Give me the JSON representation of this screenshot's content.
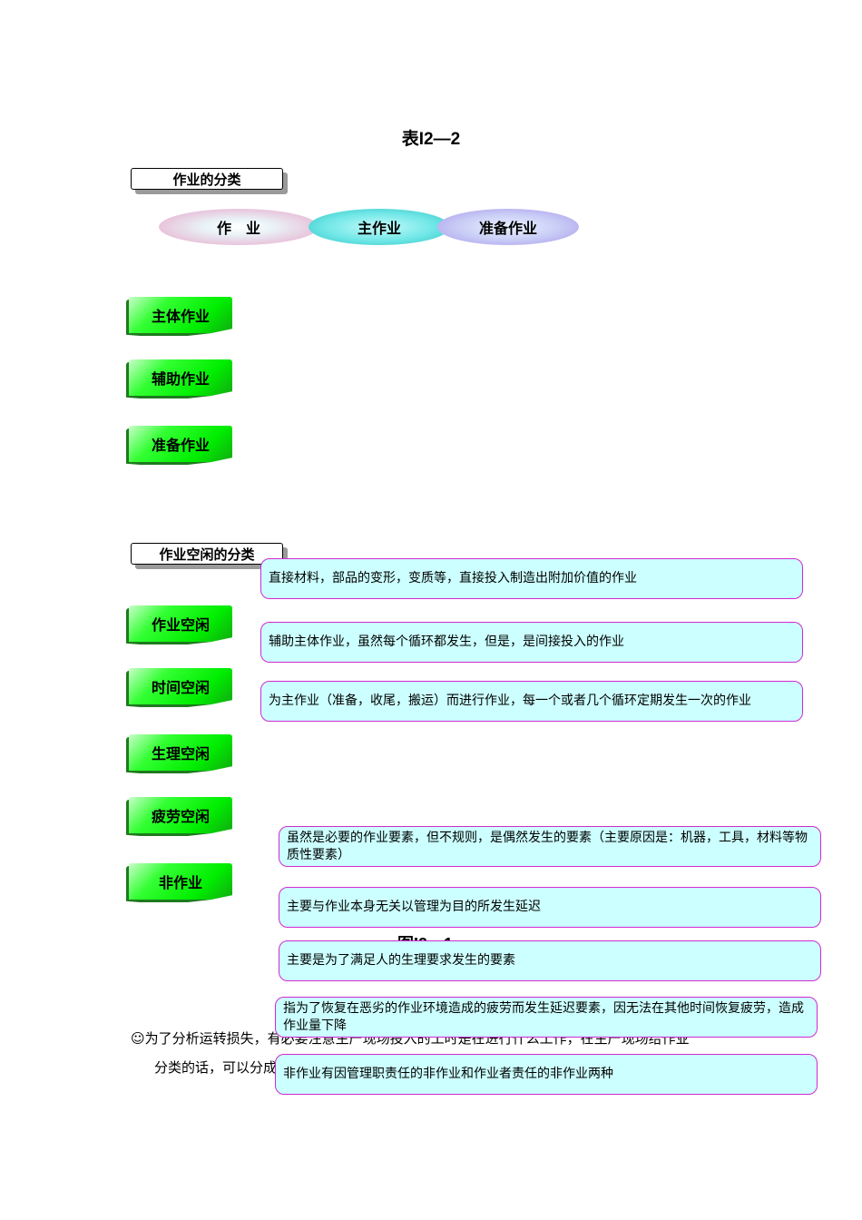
{
  "title": "表I2—2",
  "section1": {
    "label": "作业的分类",
    "ovals": [
      "作　业",
      "主作业",
      "准备作业"
    ],
    "buttons": [
      "主体作业",
      "辅助作业",
      "准备作业"
    ]
  },
  "section2": {
    "label": "作业空闲的分类",
    "buttons": [
      "作业空闲",
      "时间空闲",
      "生理空闲",
      "疲劳空闲",
      "非作业"
    ]
  },
  "notes": [
    "直接材料，部品的变形，变质等，直接投入制造出附加价值的作业",
    "辅助主体作业，虽然每个循环都发生，但是，是间接投入的作业",
    "为主作业（准备，收尾，搬运）而进行作业，每一个或者几个循环定期发生一次的作业",
    "虽然是必要的作业要素，但不规则，是偶然发生的要素（主要原因是：机器，工具，材料等物质性要素）",
    "主要与作业本身无关以管理为目的所发生延迟",
    "主要是为了满足人的生理要求发生的要素",
    "指为了恢复在恶劣的作业环境造成的疲劳而发生延迟要素，因无法在其他时间恢复疲劳，造成作业量下降",
    "非作业有因管理职责任的非作业和作业者责任的非作业两种"
  ],
  "figure_caption": "图I2—1",
  "paragraph": {
    "line1": "☺为了分析运转损失，有必要注意生产现场投入的工时是在进行什么工作，在生产现场给作业",
    "line2": "分类的话，可以分成"
  }
}
